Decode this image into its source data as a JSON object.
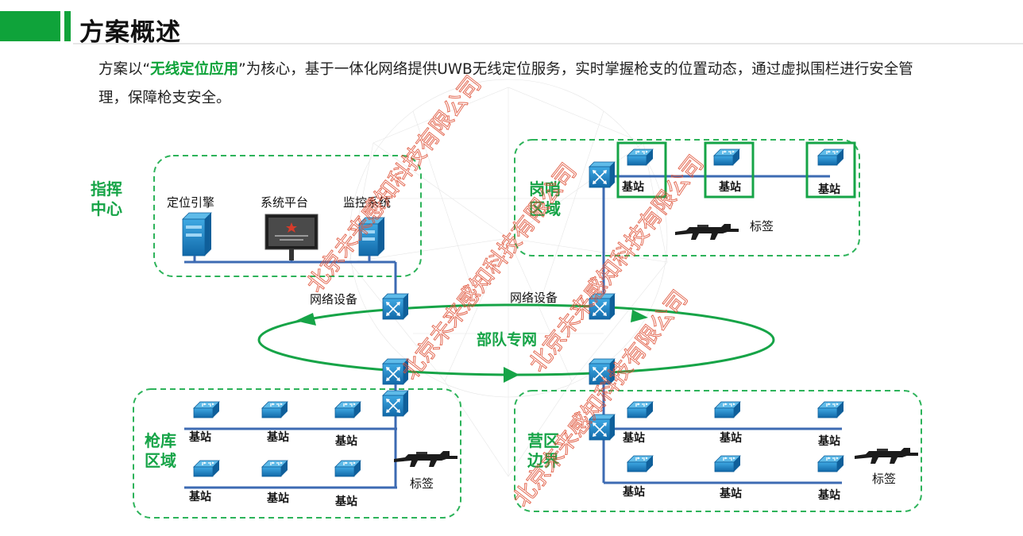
{
  "header": {
    "title": "方案概述",
    "intro_pre": "方案以“",
    "intro_highlight": "无线定位应用",
    "intro_post": "”为核心，基于一体化网络提供UWB无线定位服务，实时掌握枪支的位置动态，通过虚拟围栏进行安全管理，保障枪支安全。"
  },
  "zones": {
    "command": {
      "label_line1": "指挥",
      "label_line2": "中心"
    },
    "sentry": {
      "label_line1": "岗哨",
      "label_line2": "区域"
    },
    "armory": {
      "label_line1": "枪库",
      "label_line2": "区域"
    },
    "camp": {
      "label_line1": "营区",
      "label_line2": "边界"
    }
  },
  "command_devices": {
    "engine": "定位引擎",
    "platform": "系统平台",
    "monitor": "监控系统"
  },
  "network": {
    "device_left": "网络设备",
    "device_right": "网络设备",
    "ring": "部队专网"
  },
  "base_station": "基站",
  "tag": "标签",
  "watermark": "北京未来感知科技有限公司",
  "colors": {
    "accent_green": "#0fa33a",
    "zone_border": "#2db35a",
    "network_line": "#3d6bb3",
    "device_blue": "#1a86c8",
    "watermark": "#e0543a"
  }
}
